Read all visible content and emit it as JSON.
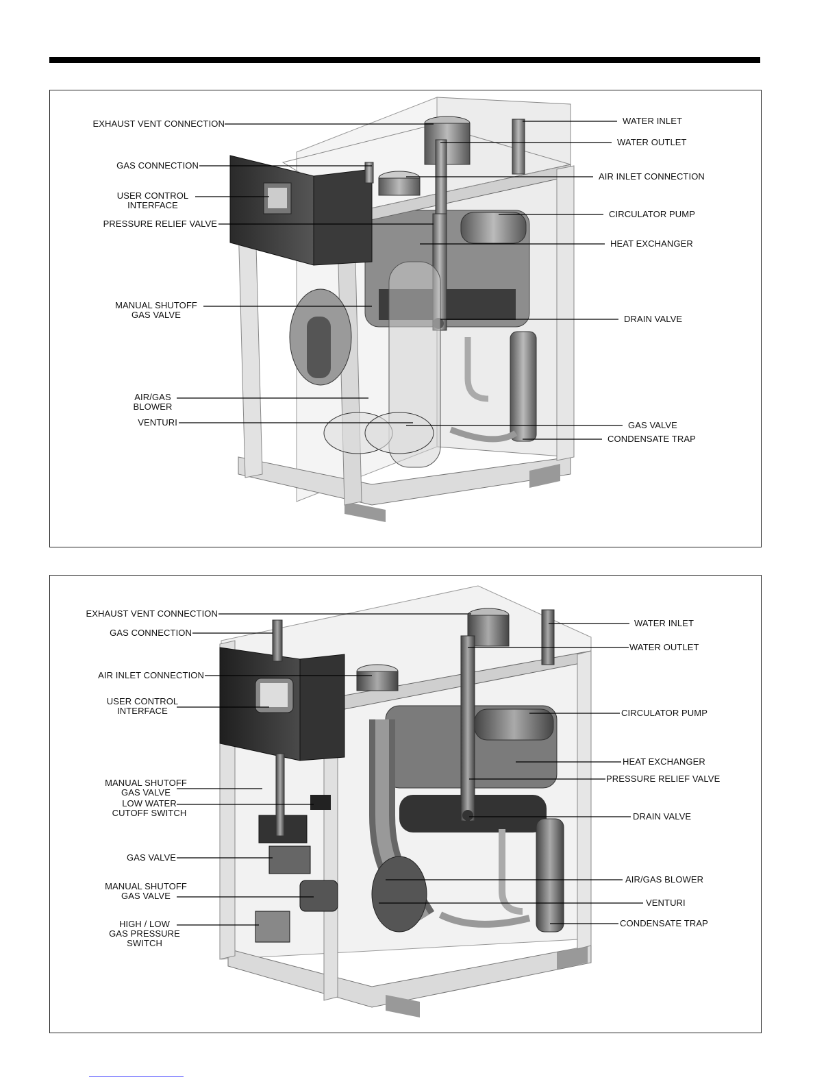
{
  "figure1": {
    "labels": {
      "exhaust_vent_connection": "EXHAUST VENT CONNECTION",
      "gas_connection": "GAS CONNECTION",
      "user_control_interface": "USER CONTROL\nINTERFACE",
      "pressure_relief_valve": "PRESSURE RELIEF VALVE",
      "manual_shutoff_gas_valve": "MANUAL SHUTOFF\nGAS VALVE",
      "air_gas_blower": "AIR/GAS\nBLOWER",
      "venturi": "VENTURI",
      "water_inlet": "WATER INLET",
      "water_outlet": "WATER OUTLET",
      "air_inlet_connection": "AIR INLET CONNECTION",
      "circulator_pump": "CIRCULATOR PUMP",
      "heat_exchanger": "HEAT EXCHANGER",
      "drain_valve": "DRAIN VALVE",
      "gas_valve": "GAS VALVE",
      "condensate_trap": "CONDENSATE TRAP"
    }
  },
  "figure2": {
    "labels": {
      "exhaust_vent_connection": "EXHAUST VENT CONNECTION",
      "gas_connection": "GAS CONNECTION",
      "air_inlet_connection": "AIR INLET CONNECTION",
      "user_control_interface": "USER CONTROL\nINTERFACE",
      "manual_shutoff_gas_valve_upper": "MANUAL SHUTOFF\nGAS VALVE",
      "low_water_cutoff_switch": "LOW WATER\nCUTOFF SWITCH",
      "gas_valve": "GAS VALVE",
      "manual_shutoff_gas_valve_lower": "MANUAL SHUTOFF\nGAS VALVE",
      "high_low_gas_pressure_switch": "HIGH / LOW\nGAS PRESSURE\nSWITCH",
      "water_inlet": "WATER INLET",
      "water_outlet": "WATER OUTLET",
      "circulator_pump": "CIRCULATOR PUMP",
      "heat_exchanger": "HEAT EXCHANGER",
      "pressure_relief_valve": "PRESSURE RELIEF VALVE",
      "drain_valve": "DRAIN VALVE",
      "air_gas_blower": "AIR/GAS BLOWER",
      "venturi": "VENTURI",
      "condensate_trap": "CONDENSATE TRAP"
    }
  }
}
